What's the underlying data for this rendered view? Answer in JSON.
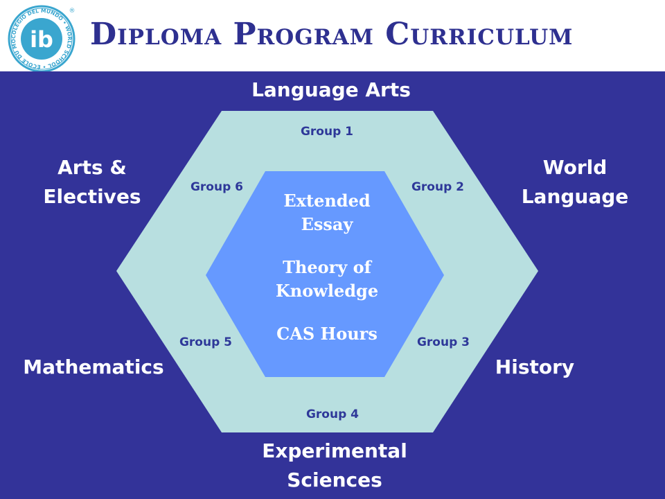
{
  "header": {
    "title": "Diploma Program Curriculum",
    "logo": {
      "name": "ib-logo",
      "mark": "ib",
      "ring_text": "COLEGIO DEL MUNDO • WORLD SCHOOL • ÉCOLE DU MONDE •",
      "registered": "®"
    }
  },
  "subjects": {
    "top": "Language Arts",
    "top_left": "Arts & Electives",
    "top_right": "World Language",
    "bottom_left": "Mathematics",
    "bottom_right": "History",
    "bottom": "Experimental Sciences"
  },
  "groups": {
    "g1": "Group 1",
    "g2": "Group 2",
    "g3": "Group 3",
    "g4": "Group 4",
    "g5": "Group 5",
    "g6": "Group 6"
  },
  "core": {
    "extended_essay": "Extended Essay",
    "tok": "Theory of Knowledge",
    "cas": "CAS Hours"
  },
  "colors": {
    "background": "#333399",
    "outer_hexagon": "#b8dfe0",
    "inner_hexagon": "#6699ff",
    "title": "#2e3090",
    "group_text": "#2e3899"
  }
}
